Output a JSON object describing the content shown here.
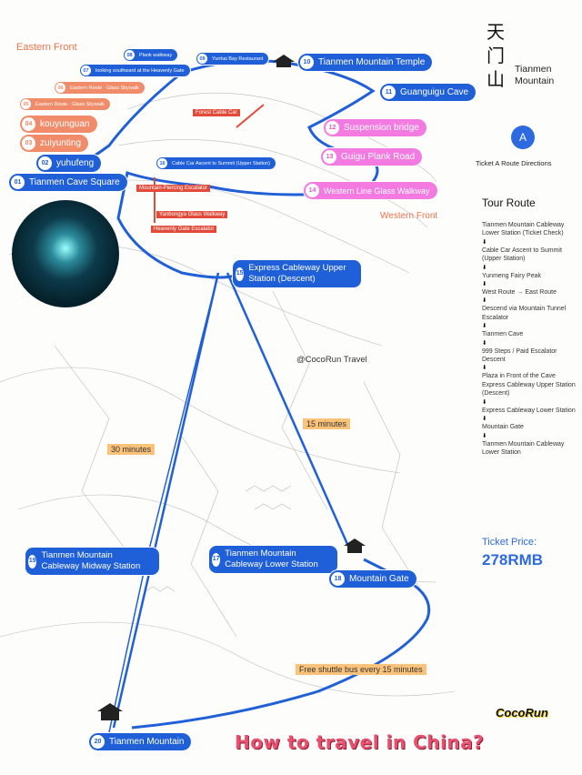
{
  "map": {
    "eastern_front": "Eastern Front",
    "western_front": "Western Front",
    "watermark": "@CocoRun Travel",
    "stops": [
      {
        "num": "01",
        "label": "Tianmen Cave Square"
      },
      {
        "num": "02",
        "label": "yuhufeng"
      },
      {
        "num": "03",
        "label": "zuiyunting"
      },
      {
        "num": "04",
        "label": "kouyunguan"
      },
      {
        "num": "05",
        "label": "Eastern Route · Glass Skywalk"
      },
      {
        "num": "06",
        "label": "Eastern Route · Glass Skywalk"
      },
      {
        "num": "07",
        "label": "looking southward at the Heavenly Gate"
      },
      {
        "num": "08",
        "label": "Plank walkway"
      },
      {
        "num": "09",
        "label": "Yunhai Bay Restaurant"
      },
      {
        "num": "10",
        "label": "Tianmen Mountain Temple"
      },
      {
        "num": "11",
        "label": "Guanguigu Cave"
      },
      {
        "num": "12",
        "label": "Suspension bridge"
      },
      {
        "num": "13",
        "label": "Guigu Plank Road"
      },
      {
        "num": "14",
        "label": "Western Line Glass Walkway"
      },
      {
        "num": "15",
        "label": "Express Cableway Upper Station (Descent)"
      },
      {
        "num": "16",
        "label": "Cable Car Ascent to Summit (Upper Station)"
      },
      {
        "num": "17",
        "label": "Tianmen Mountain Cableway Lower Station"
      },
      {
        "num": "18",
        "label": "Mountain Gate"
      },
      {
        "num": "19",
        "label": "Tianmen Mountain Cableway Midway Station"
      },
      {
        "num": "20",
        "label": "Tianmen Mountain"
      }
    ],
    "red_tags": [
      "Forest Cable Car",
      "Mountain-Piercing Escalator",
      "Yanbongya Glass Walkway",
      "Heavenly Gate Escalator"
    ],
    "durations": [
      "30 minutes",
      "15 minutes"
    ],
    "shuttle": "Free shuttle bus every 15 minutes",
    "colors": {
      "route": "#1f5fd8",
      "orange": "#f08c6a",
      "pink": "#f27ae0",
      "tag": "#e24b3a",
      "duration": "#fbc37a"
    }
  },
  "sidebar": {
    "title_cn": "天门山",
    "title_en": "Tianmen Mountain",
    "badge": "A",
    "route_directions": "Ticket A Route Directions",
    "tour_heading": "Tour Route",
    "steps": [
      "Tianmen Mountain Cableway Lower Station (Ticket Check)",
      "Cable Car Ascent to Summit (Upper Station)",
      "Yunmeng Fairy Peak",
      "West Route → East Route",
      "Descend via Mountain Tunnel Escalator",
      "Tianmen Cave",
      "999 Steps / Paid Escalator Descent",
      "Plaza in Front of the Cave Express Cableway Upper Station (Descent)",
      "Express Cableway Lower Station",
      "Mountain Gate",
      "Tianmen Mountain Cableway Lower Station"
    ],
    "arrow": "⬇",
    "price_label": "Ticket Price:",
    "price_value": "278RMB",
    "brand": "CocoRun",
    "slogan": "How to travel in China?"
  }
}
